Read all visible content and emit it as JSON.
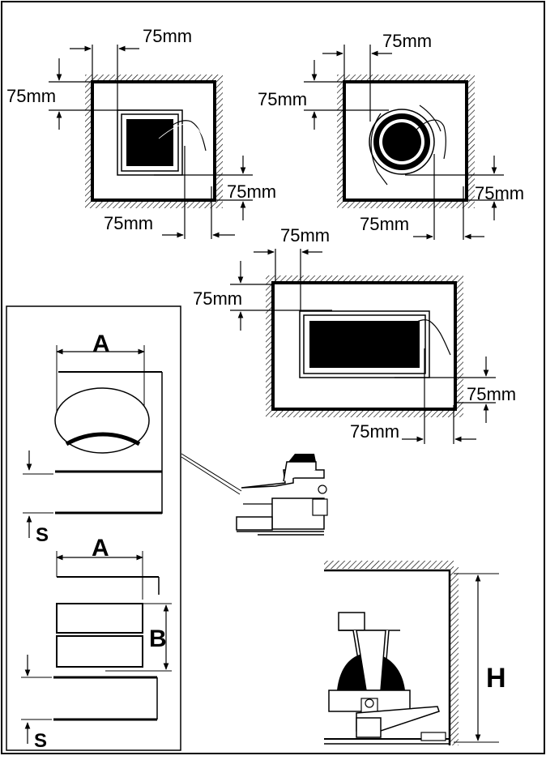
{
  "clearance": {
    "value": "75mm"
  },
  "details": {
    "width_label": "A",
    "height_label": "B",
    "gap_label": "S",
    "cabinet_height_label": "H"
  }
}
